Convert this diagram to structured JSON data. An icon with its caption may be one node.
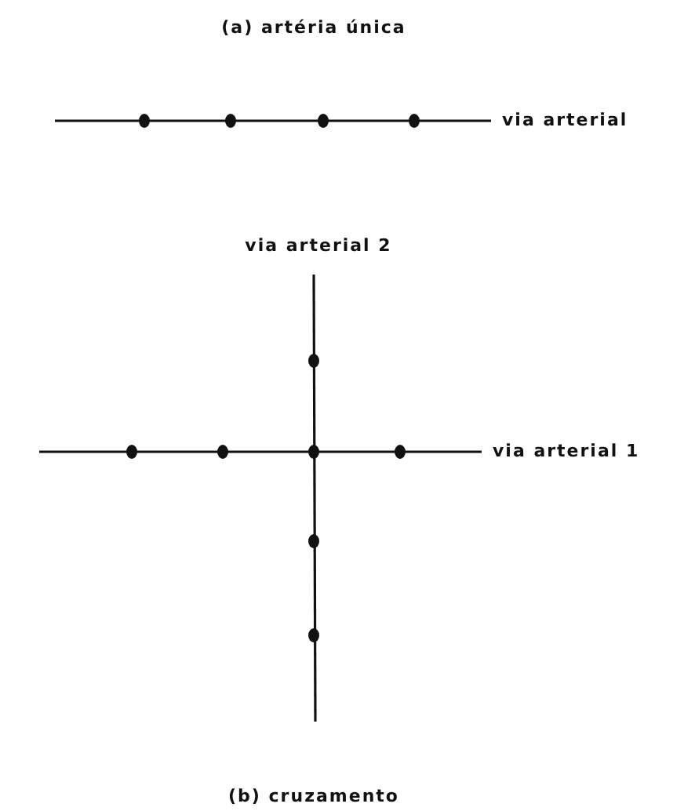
{
  "diagram": {
    "labels": [
      "(a) artéria única",
      "via arterial",
      "via arterial 2",
      "via arterial 1",
      "(b) cruzamento"
    ]
  }
}
